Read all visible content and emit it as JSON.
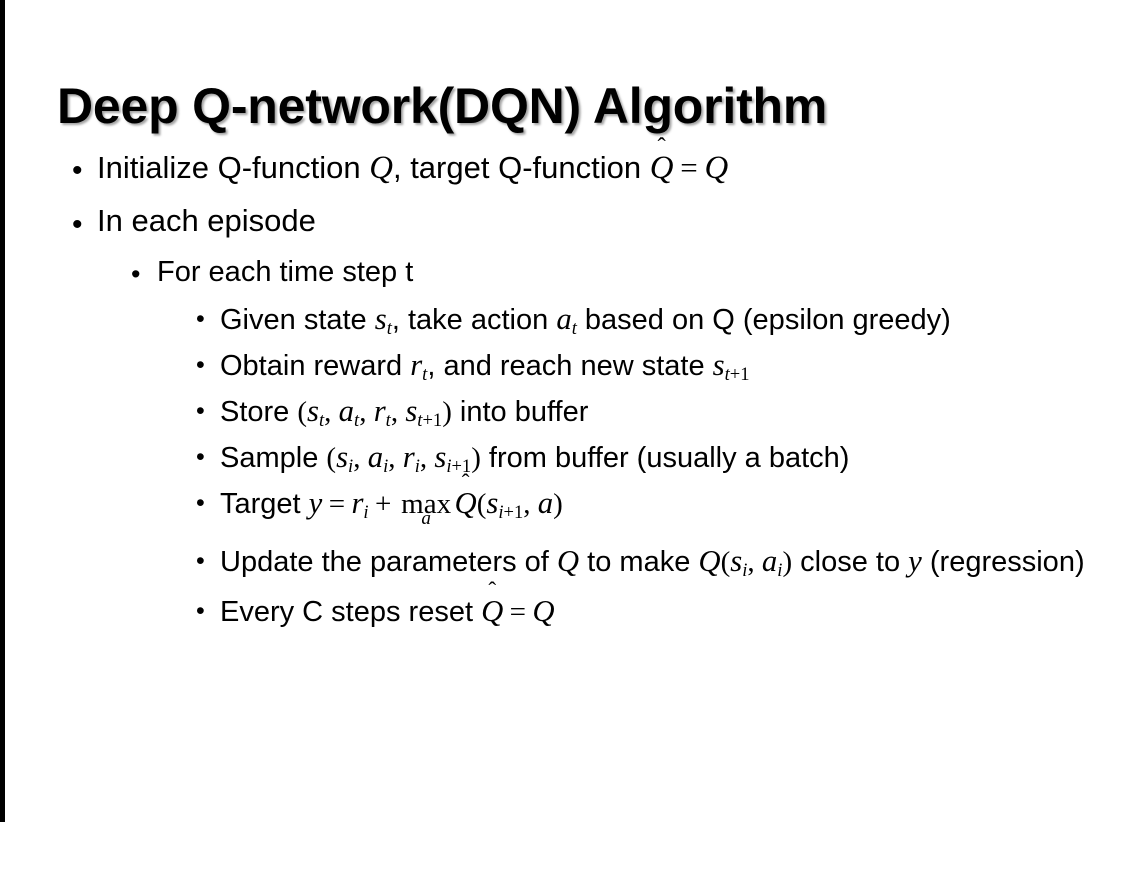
{
  "slide": {
    "title": "Deep Q-network(DQN) Algorithm",
    "background_color": "#ffffff",
    "text_color": "#000000",
    "edge_bar_color": "#000000",
    "bullet_glyph": "•"
  },
  "bullets": {
    "b1": {
      "level": 1,
      "prefix": "Initialize Q-function ",
      "var_q1": "Q",
      "mid": ", target Q-function ",
      "var_qhat": "Q",
      "hat": "̂",
      "equals": "=",
      "var_q2": "Q"
    },
    "b2": {
      "level": 1,
      "text": "In each episode"
    },
    "b3": {
      "level": 2,
      "text": "For each time step t"
    },
    "b4": {
      "level": 3,
      "p1": "Given state ",
      "s": "s",
      "s_sub": "t",
      "p2": ", take action ",
      "a": "a",
      "a_sub": "t",
      "p3": " based on Q (epsilon greedy)"
    },
    "b5": {
      "level": 3,
      "p1": "Obtain reward ",
      "r": "r",
      "r_sub": "t",
      "p2": ", and reach new state ",
      "s": "s",
      "s_sub_var": "t",
      "s_sub_plus": "+1"
    },
    "b6": {
      "level": 3,
      "p1": "Store ",
      "open": "(",
      "s1": "s",
      "s1_sub": "t",
      "c1": ", ",
      "a1": "a",
      "a1_sub": "t",
      "c2": ", ",
      "r1": "r",
      "r1_sub": "t",
      "c3": ", ",
      "s2": "s",
      "s2_sub_var": "t",
      "s2_sub_plus": "+1",
      "close": ")",
      "p2": " into buffer"
    },
    "b7": {
      "level": 3,
      "p1": "Sample ",
      "open": "(",
      "s1": "s",
      "s1_sub": "i",
      "c1": ", ",
      "a1": "a",
      "a1_sub": "i",
      "c2": ", ",
      "r1": "r",
      "r1_sub": "i",
      "c3": ", ",
      "s2": "s",
      "s2_sub_var": "i",
      "s2_sub_plus": "+1",
      "close": ")",
      "p2": " from buffer (usually a batch)"
    },
    "b8": {
      "level": 3,
      "p1": "Target ",
      "y": "y",
      "equals": "=",
      "r": "r",
      "r_sub": "i",
      "plus": "+",
      "max_name": "max",
      "max_limit": "a",
      "qhat": "Q",
      "hat": "̂",
      "open": "(",
      "s": "s",
      "s_sub_var": "i",
      "s_sub_plus": "+1",
      "comma": ", ",
      "a": "a",
      "close": ")"
    },
    "b9": {
      "level": 3,
      "p1": "Update the parameters of ",
      "q1": "Q",
      "p2": " to make ",
      "q2": "Q",
      "open": "(",
      "s": "s",
      "s_sub": "i",
      "comma": ", ",
      "a": "a",
      "a_sub": "i",
      "close": ")",
      "p3": " close to ",
      "y": "y",
      "p4": " (regression)"
    },
    "b10": {
      "level": 3,
      "p1": "Every C steps reset ",
      "qhat": "Q",
      "hat": "̂",
      "equals": "=",
      "q": "Q"
    }
  }
}
